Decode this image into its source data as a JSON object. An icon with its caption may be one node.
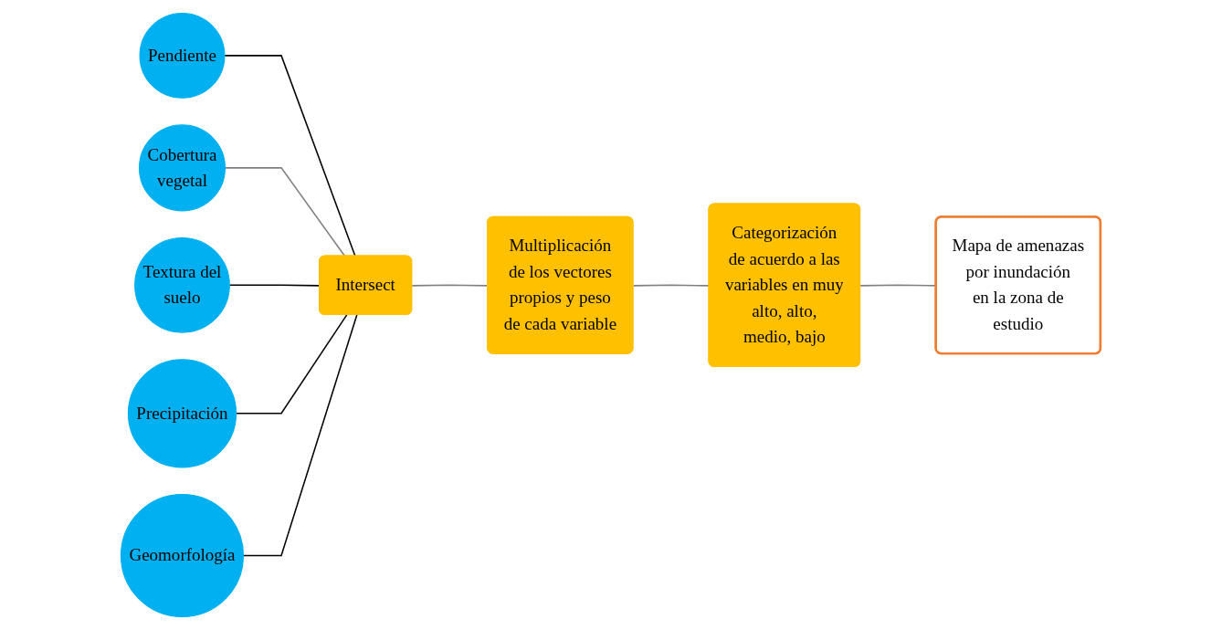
{
  "diagram": {
    "nodes": [
      {
        "text": [
          "Pendiente"
        ]
      },
      {
        "text": [
          "Cobertura vegetal"
        ]
      },
      {
        "text": [
          "Textura del suelo"
        ]
      },
      {
        "text": [
          "Precipitación"
        ]
      },
      {
        "text": [
          "Geomorfología"
        ]
      },
      {
        "text": [
          "Intersect"
        ]
      },
      {
        "text": [
          "Multiplicación de los vectores propios y peso de cada variable"
        ]
      },
      {
        "text": [
          "Categorización de acuerdo a las variables en muy alto, alto, medio, bajo"
        ]
      },
      {
        "text": [
          "Mapa de amenazas por inundación en la zona de estudio"
        ]
      }
    ],
    "edges": [
      {
        "from": 0,
        "to": 5,
        "arrow": "none"
      },
      {
        "from": 1,
        "to": 5,
        "arrow": "none",
        "color": "#7f7f7f"
      },
      {
        "from": 2,
        "to": 5,
        "arrow": "none"
      },
      {
        "from": 3,
        "to": 5,
        "arrow": "none"
      },
      {
        "from": 4,
        "to": 5,
        "arrow": "none"
      },
      {
        "from": 5,
        "to": 6,
        "arrow": "none",
        "color": "#7f7f7f"
      },
      {
        "from": 6,
        "to": 7,
        "arrow": "none",
        "color": "#7f7f7f"
      },
      {
        "from": 7,
        "to": 8,
        "arrow": "none",
        "color": "#7f7f7f"
      }
    ]
  }
}
